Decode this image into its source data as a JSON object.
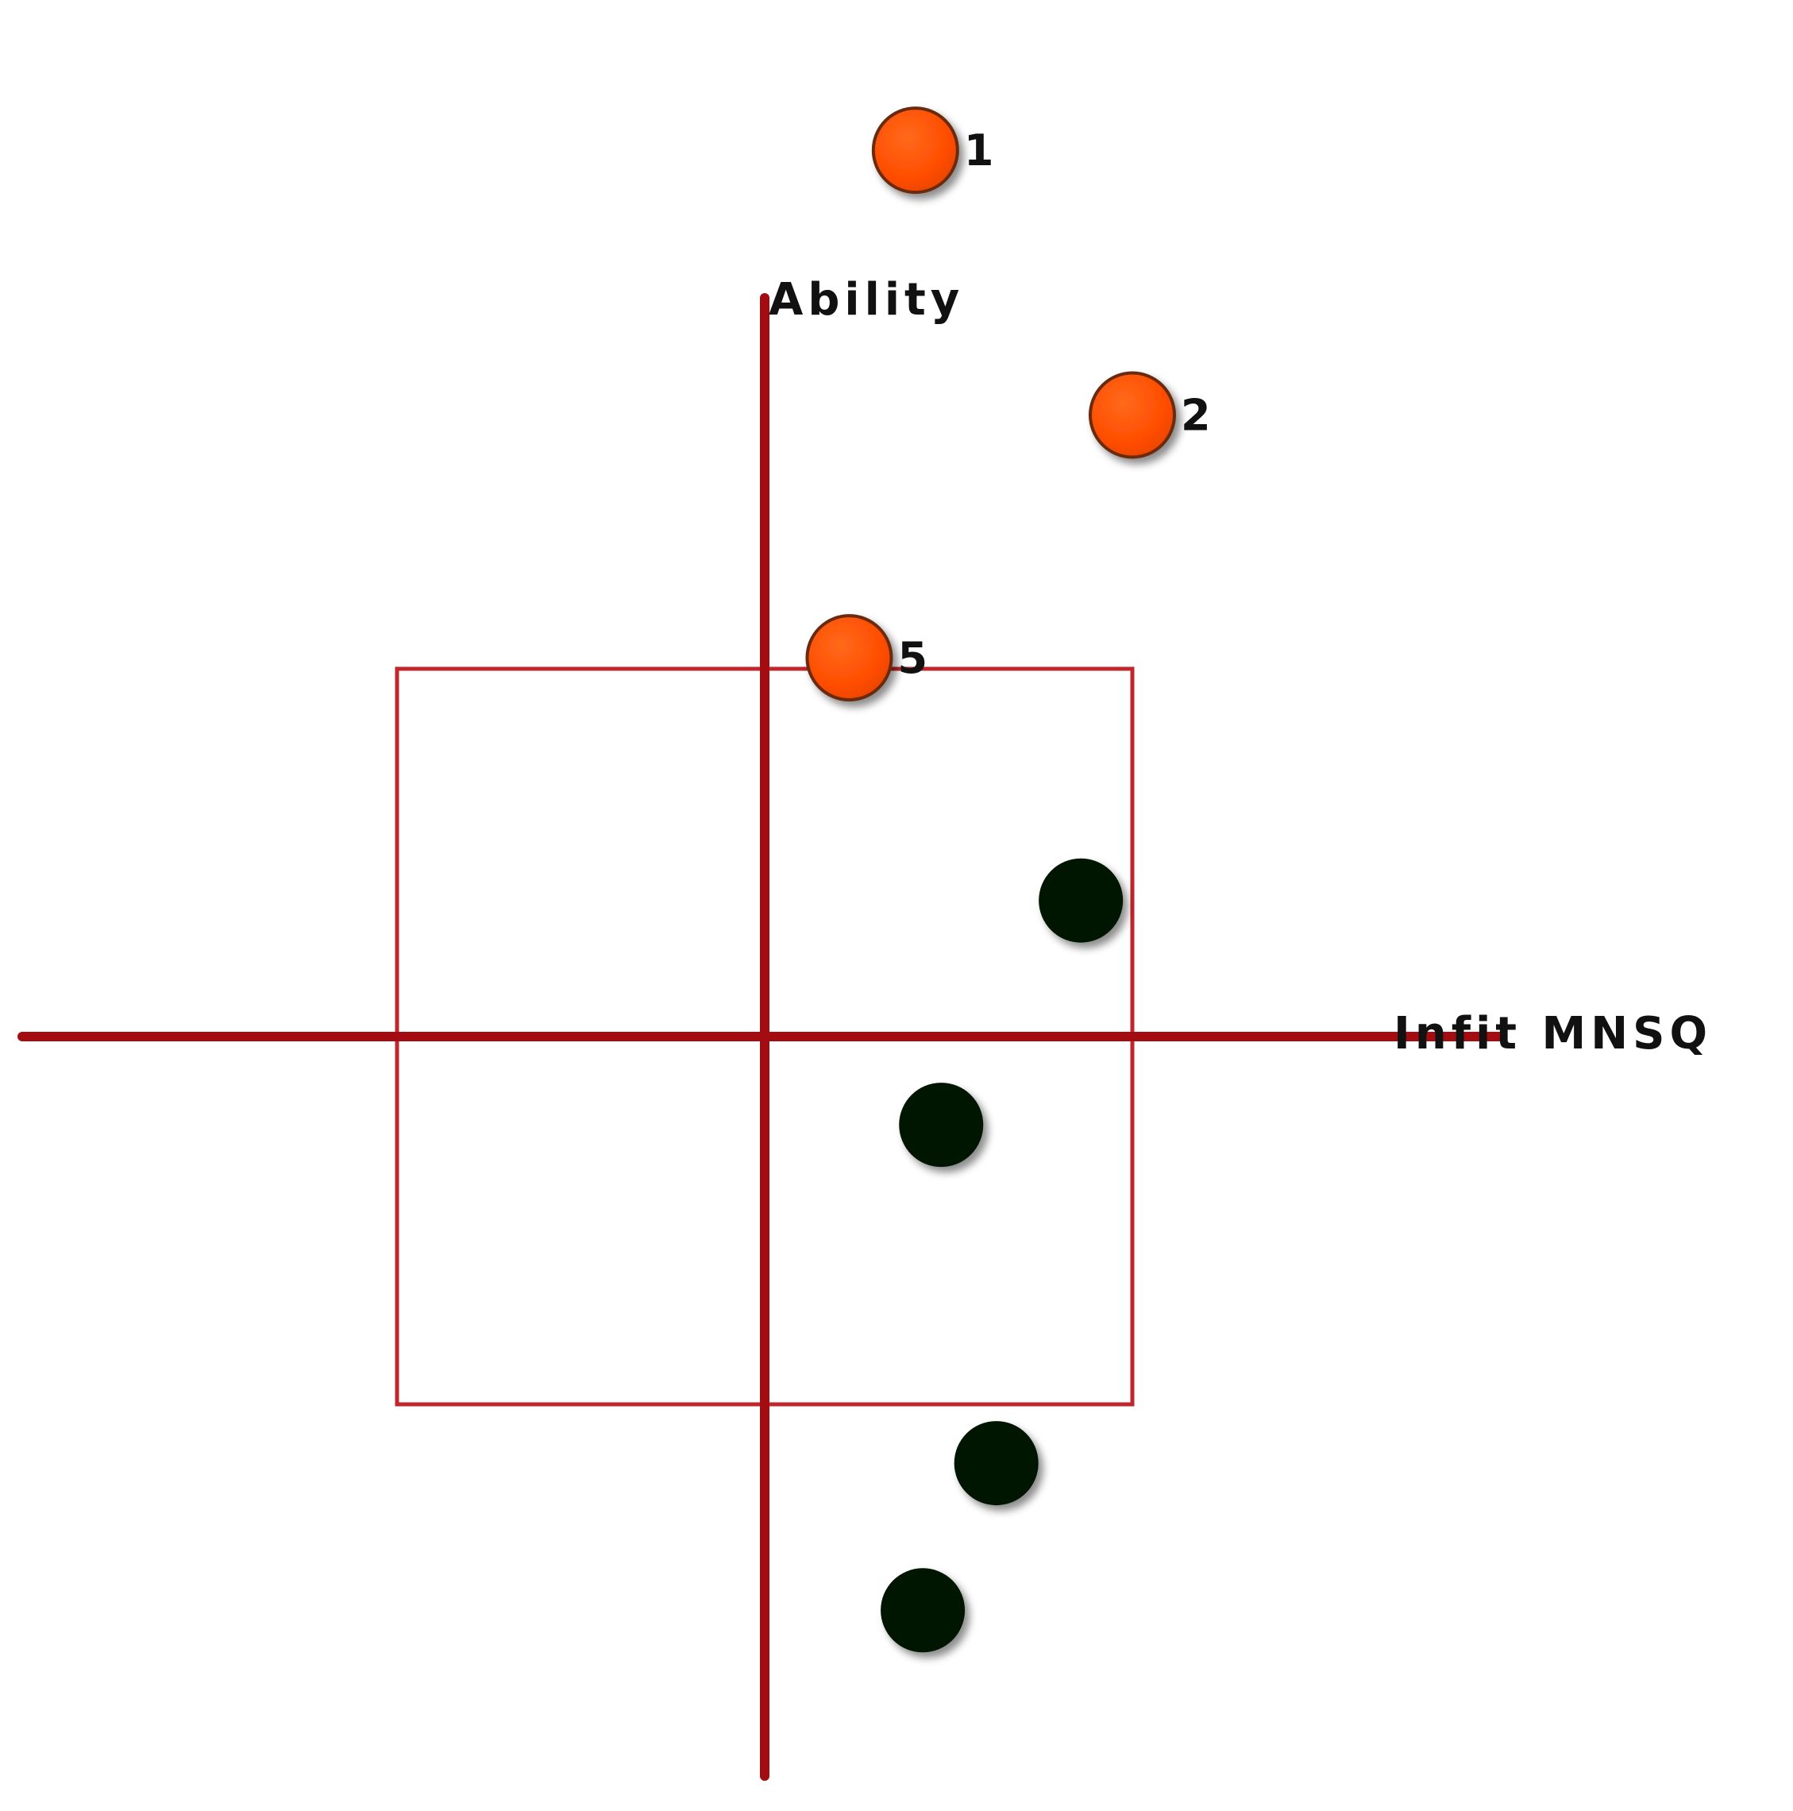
{
  "chart_data": {
    "type": "scatter",
    "xlabel": "Infit MNSQ",
    "ylabel": "Ability",
    "xlim": [
      -2,
      2
    ],
    "ylim": [
      -2,
      2
    ],
    "reference_box": {
      "x": [
        -1,
        1
      ],
      "y": [
        -1,
        1
      ]
    },
    "grid": false,
    "legend": "none",
    "colors": {
      "axes": "#a30d12",
      "box": "#c0262b",
      "flagged_point": "#ff4d00",
      "flagged_outline": "#6b2a10",
      "normal_point": "#021402"
    },
    "points": [
      {
        "x": 0.41,
        "y": 2.41,
        "label": "1",
        "flagged": true
      },
      {
        "x": 1.0,
        "y": 1.69,
        "label": "2",
        "flagged": true
      },
      {
        "x": 0.23,
        "y": 1.03,
        "label": "5",
        "flagged": true
      },
      {
        "x": 0.86,
        "y": 0.37,
        "label": "",
        "flagged": false
      },
      {
        "x": 0.48,
        "y": -0.24,
        "label": "",
        "flagged": false
      },
      {
        "x": 0.63,
        "y": -1.16,
        "label": "",
        "flagged": false
      },
      {
        "x": 0.43,
        "y": -1.56,
        "label": "",
        "flagged": false
      }
    ]
  }
}
